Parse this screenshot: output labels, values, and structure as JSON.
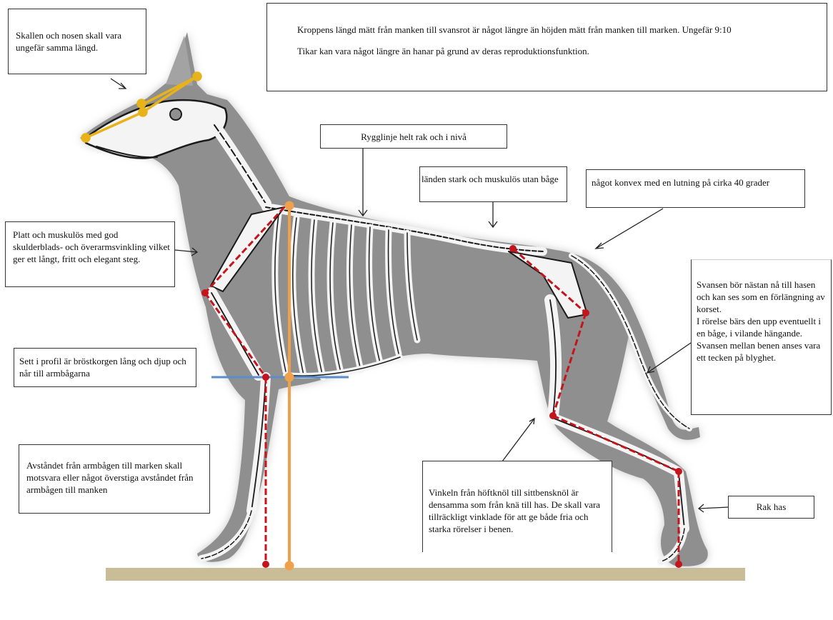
{
  "notes": {
    "skull": "Skallen och nosen skall vara ungefär samma längd.",
    "body_proportion": "Kroppens längd mätt från manken till svansrot är något längre än höjden mätt från manken till marken. Ungefär 9:10",
    "females": "Tikar kan vara något längre än hanar på grund av deras reproduktionsfunktion.",
    "topline": "Rygglinje helt rak och i nivå",
    "loin": "länden stark och muskulös utan båge",
    "croup": "något konvex med en lutning på cirka 40 grader",
    "shoulder": "Platt och muskulös med god skulderblads- och överarmsvinkling vilket ger ett långt, fritt och elegant steg.",
    "tail_1": "Svansen bör nästan nå till hasen och kan ses som en förlängning av korset.",
    "tail_2": "I rörelse bärs den upp eventuellt i en båge, i vilande hängande.",
    "tail_3": "Svansen mellan benen anses vara ett tecken på blyghet.",
    "chest": "Sett i profil är bröstkorgen lång och djup och når till armbågarna",
    "elbow": "Avståndet från armbågen till marken skall motsvara eller något överstiga avståndet från armbågen till manken",
    "hip_angle": "Vinkeln från höftknöl till sittbensknöl är densamma som från knä till has. De skall vara tillräckligt vinklade för att ge både fria och starka rörelser i benen.",
    "hock": "Rak has"
  },
  "colors": {
    "angle_lines": "#c4151c",
    "height_line": "#f0a04b",
    "skull_lines": "#e8b21a",
    "chest_line": "#5b8ec9",
    "ground": "#c8bd96",
    "silhouette": "#8f8f8f",
    "bone": "#f4f4f4"
  }
}
